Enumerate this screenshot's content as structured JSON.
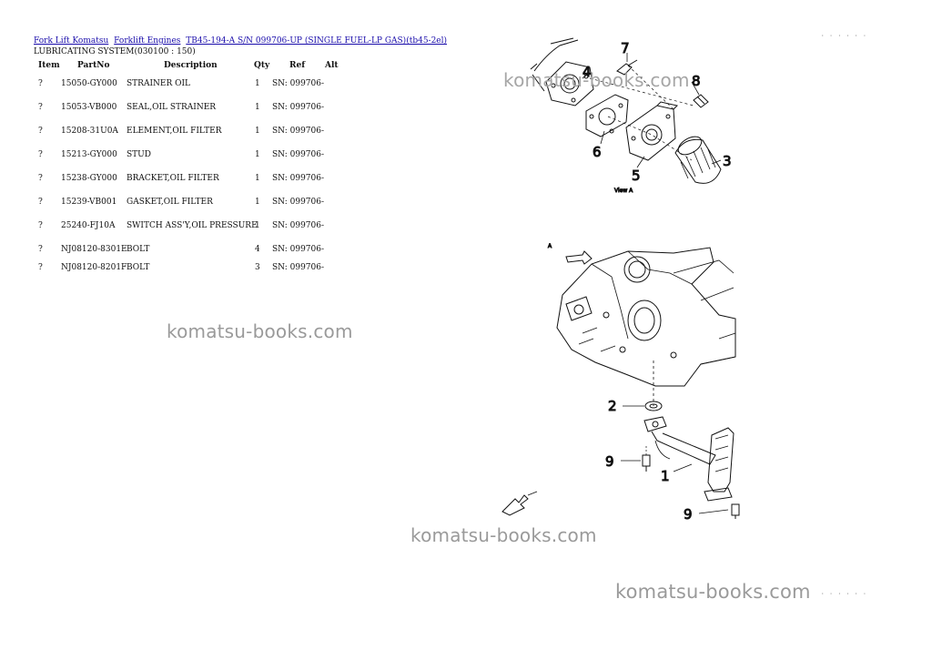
{
  "breadcrumb": {
    "items": [
      "Fork Lift Komatsu",
      "Forklift Engines",
      "TB45-194-A S/N 099706-UP (SINGLE FUEL-LP GAS)(tb45-2el)"
    ]
  },
  "subtitle": "LUBRICATING SYSTEM(030100 : 150)",
  "table": {
    "headers": [
      "Item",
      "PartNo",
      "Description",
      "Qty",
      "Ref",
      "Alt"
    ],
    "rows": [
      {
        "item": "?",
        "part": "15050-GY000",
        "desc": "STRAINER OIL",
        "qty": "1",
        "ref": "SN: 099706-"
      },
      {
        "item": "?",
        "part": "15053-VB000",
        "desc": "SEAL,OIL STRAINER",
        "qty": "1",
        "ref": "SN: 099706-"
      },
      {
        "item": "?",
        "part": "15208-31U0A",
        "desc": "ELEMENT,OIL FILTER",
        "qty": "1",
        "ref": "SN: 099706-"
      },
      {
        "item": "?",
        "part": "15213-GY000",
        "desc": "STUD",
        "qty": "1",
        "ref": "SN: 099706-"
      },
      {
        "item": "?",
        "part": "15238-GY000",
        "desc": "BRACKET,OIL FILTER",
        "qty": "1",
        "ref": "SN: 099706-"
      },
      {
        "item": "?",
        "part": "15239-VB001",
        "desc": "GASKET,OIL FILTER",
        "qty": "1",
        "ref": "SN: 099706-"
      },
      {
        "item": "?",
        "part": "25240-FJ10A",
        "desc": "SWITCH ASS'Y,OIL PRESSURE",
        "qty": "1",
        "ref": "SN: 099706-"
      },
      {
        "item": "?",
        "part": "NJ08120-8301E",
        "desc": "BOLT",
        "qty": "4",
        "ref": "SN: 099706-"
      },
      {
        "item": "?",
        "part": "NJ08120-8201F",
        "desc": "BOLT",
        "qty": "3",
        "ref": "SN: 099706-"
      }
    ]
  },
  "watermark": "komatsu-books.com",
  "diagram": {
    "callouts": [
      "7",
      "4",
      "8",
      "6",
      "5",
      "3",
      "2",
      "9",
      "1",
      "9"
    ],
    "view_label": "View A",
    "view_marker": "A"
  }
}
